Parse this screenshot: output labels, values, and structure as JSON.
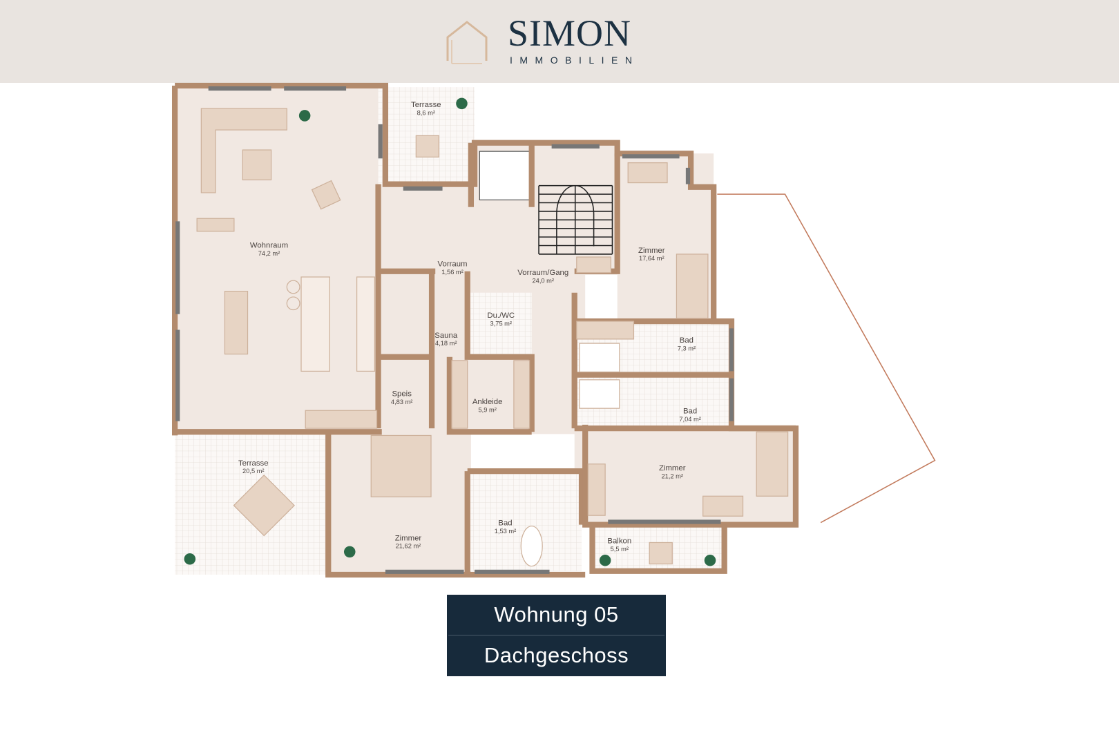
{
  "header": {
    "brand_name": "SIMON",
    "brand_subtitle": "IMMOBILIEN",
    "logo_icon": "house-outline-icon",
    "background": "#e9e4e0",
    "brand_color": "#1c3142",
    "logo_color": "#d6b89c"
  },
  "floorplan": {
    "wall_color": "#b38b6d",
    "floor_color": "#f1e8e2",
    "rooms": [
      {
        "name": "Wohnraum",
        "area": "74,2 m²"
      },
      {
        "name": "Terrasse",
        "area": "8,6 m²"
      },
      {
        "name": "Vorraum",
        "area": "1,56 m²"
      },
      {
        "name": "Vorraum/Gang",
        "area": "24,0 m²"
      },
      {
        "name": "Zimmer",
        "area": "17,64 m²"
      },
      {
        "name": "Du./WC",
        "area": "3,75 m²"
      },
      {
        "name": "Sauna",
        "area": "4,18 m²"
      },
      {
        "name": "Bad",
        "area": "7,3 m²"
      },
      {
        "name": "Speis",
        "area": "4,83 m²"
      },
      {
        "name": "Ankleide",
        "area": "5,9 m²"
      },
      {
        "name": "Bad",
        "area": "7,04 m²"
      },
      {
        "name": "Terrasse",
        "area": "20,5 m²"
      },
      {
        "name": "Zimmer",
        "area": "21,2 m²"
      },
      {
        "name": "Bad",
        "area": "1,53 m²"
      },
      {
        "name": "Zimmer",
        "area": "21,62 m²"
      },
      {
        "name": "Balkon",
        "area": "5,5 m²"
      }
    ]
  },
  "title_box": {
    "unit": "Wohnung 05",
    "floor": "Dachgeschoss",
    "background": "#172a3b"
  }
}
